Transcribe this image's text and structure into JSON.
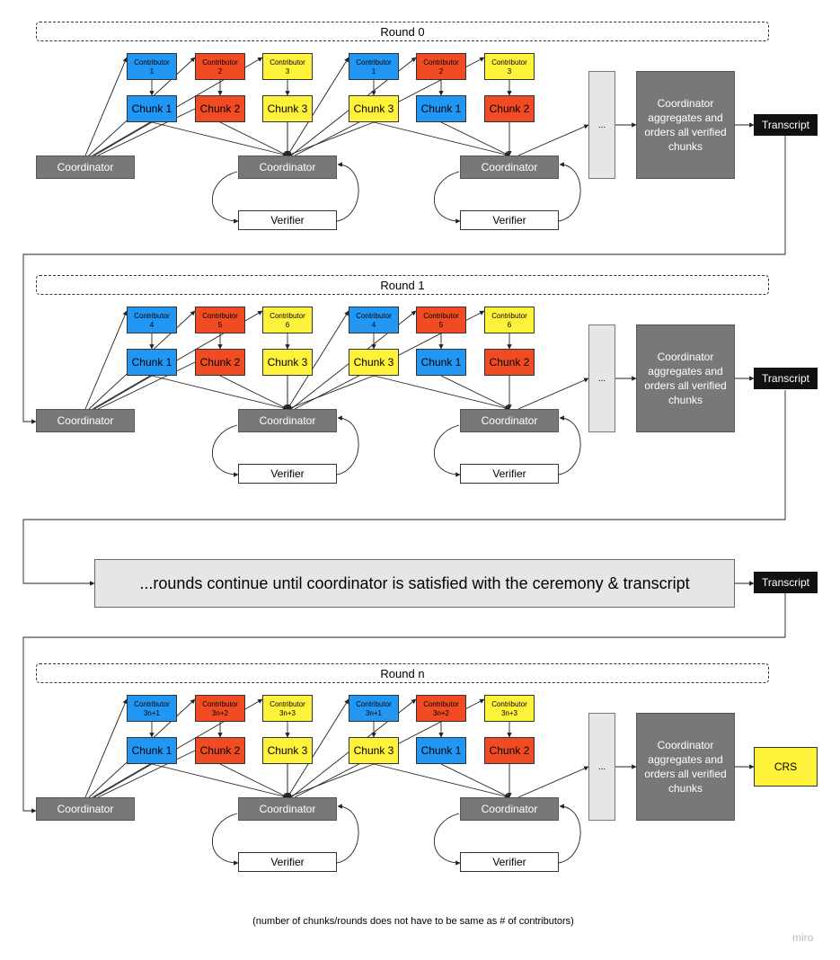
{
  "colors": {
    "blue": "#2196f3",
    "red": "#f04b23",
    "yellow": "#fff23a",
    "coordinator_gray": "#787878",
    "light_gray": "#e6e6e6",
    "transcript_black": "#111111"
  },
  "labels": {
    "coordinator": "Coordinator",
    "verifier": "Verifier",
    "ellipsis": "...",
    "aggregate": "Coordinator aggregates and orders all verified chunks",
    "transcript": "Transcript",
    "crs": "CRS",
    "contributor": "Contributor"
  },
  "chunk_row": [
    {
      "label": "Chunk 1",
      "color": "blue"
    },
    {
      "label": "Chunk 2",
      "color": "red"
    },
    {
      "label": "Chunk 3",
      "color": "yellow"
    },
    {
      "label": "Chunk 3",
      "color": "yellow"
    },
    {
      "label": "Chunk 1",
      "color": "blue"
    },
    {
      "label": "Chunk 2",
      "color": "red"
    }
  ],
  "contributor_colors": [
    "blue",
    "red",
    "yellow",
    "blue",
    "red",
    "yellow"
  ],
  "rounds": [
    {
      "title": "Round 0",
      "contributors": [
        "1",
        "2",
        "3",
        "1",
        "2",
        "3"
      ],
      "output": "transcript"
    },
    {
      "title": "Round 1",
      "contributors": [
        "4",
        "5",
        "6",
        "4",
        "5",
        "6"
      ],
      "output": "transcript"
    },
    {
      "title": "Round n",
      "contributors": [
        "3n+1",
        "3n+2",
        "3n+3",
        "3n+1",
        "3n+2",
        "3n+3"
      ],
      "output": "crs"
    }
  ],
  "middle_banner": "...rounds continue until coordinator is satisfied with the ceremony & transcript",
  "footnote": "(number of chunks/rounds does not have to be same as # of contributors)",
  "watermark": "miro"
}
